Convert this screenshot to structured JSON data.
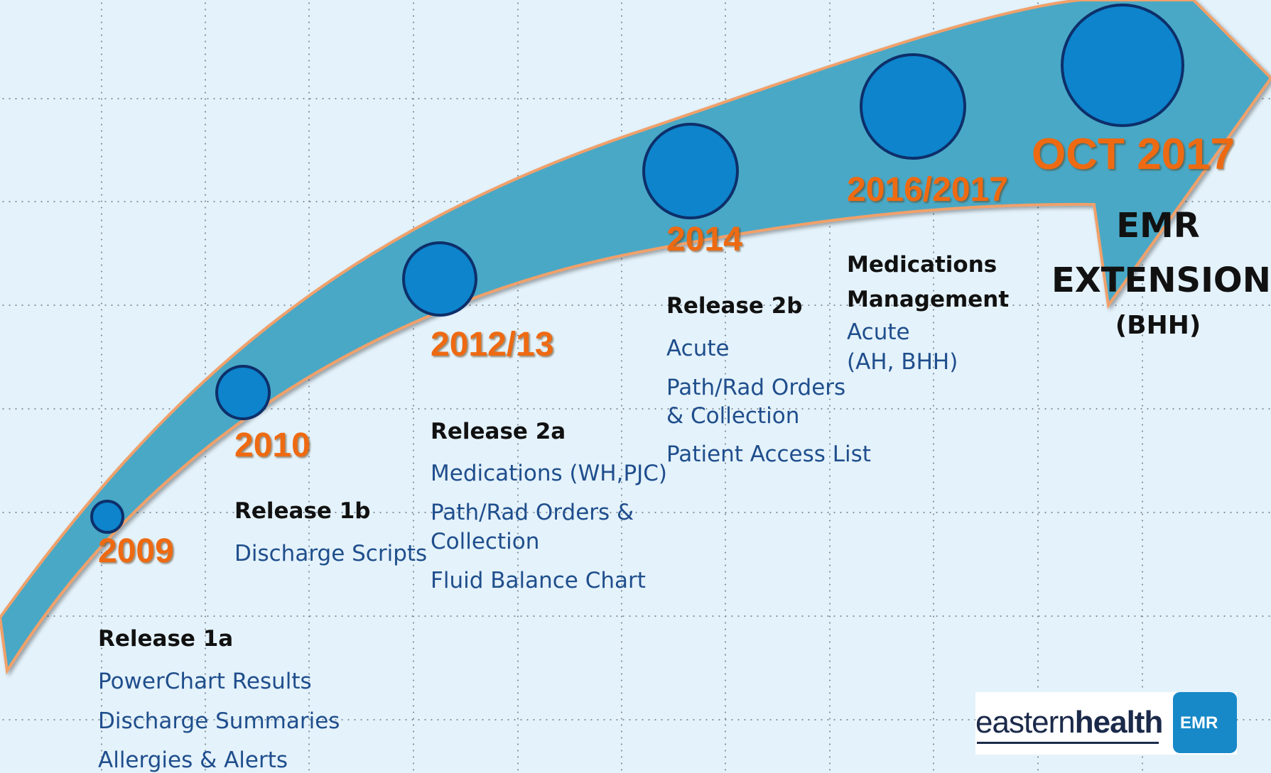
{
  "milestones": [
    {
      "year": "2009",
      "title": "Release  1a",
      "items": [
        "PowerChart Results",
        "Discharge Summaries",
        "Allergies & Alerts"
      ]
    },
    {
      "year": "2010",
      "title": "Release  1b",
      "items": [
        "Discharge  Scripts"
      ]
    },
    {
      "year": "2012/13",
      "title": "Release  2a",
      "items": [
        "Medications (WH,PJC)",
        "Path/Rad Orders &",
        "Collection",
        "Fluid Balance Chart"
      ]
    },
    {
      "year": "2014",
      "title": "Release  2b",
      "items": [
        "Acute",
        "Path/Rad Orders",
        " & Collection",
        "Patient Access List"
      ]
    },
    {
      "year": "2016/2017",
      "title_lines": [
        "Medications",
        "Management"
      ],
      "items": [
        "Acute",
        "(AH, BHH)"
      ]
    },
    {
      "year": "OCT 2017",
      "title_lines": [
        "EMR",
        "EXTENSION",
        "(BHH)"
      ]
    }
  ],
  "logo": {
    "text_light": "eastern",
    "text_bold": "health",
    "badge": "EMR"
  },
  "colors": {
    "arrow": "#4aa8c6",
    "arrow_edge": "#f0a06a",
    "node": "#0d84cc",
    "node_edge": "#0d2f6a",
    "year": "#ee6a12",
    "item": "#1f4e8c"
  }
}
